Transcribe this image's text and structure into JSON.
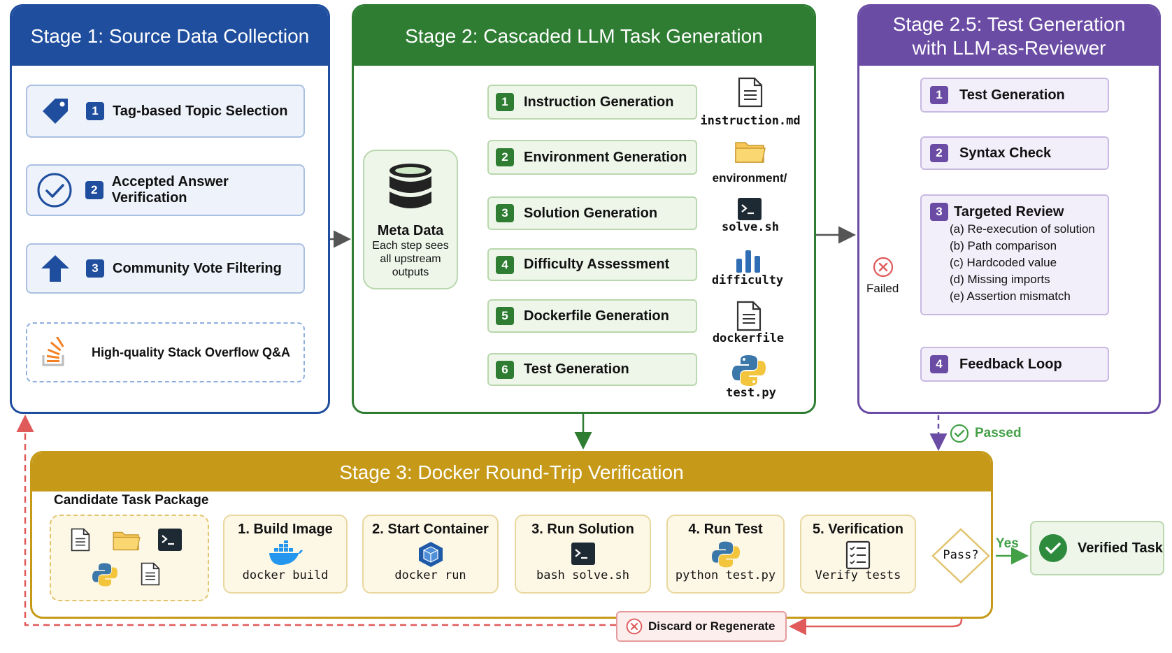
{
  "stage1": {
    "title": "Stage 1: Source Data Collection",
    "steps": [
      {
        "num": "1",
        "label": "Tag-based Topic Selection",
        "icon": "tag-icon"
      },
      {
        "num": "2",
        "label": "Accepted Answer Verification",
        "icon": "check-circle-icon"
      },
      {
        "num": "3",
        "label": "Community Vote Filtering",
        "icon": "up-arrow-icon"
      }
    ],
    "output": {
      "label": "High-quality Stack Overflow Q&A",
      "icon": "stack-overflow-icon"
    }
  },
  "stage2": {
    "title": "Stage 2: Cascaded LLM Task Generation",
    "meta": {
      "title": "Meta Data",
      "desc_lines": [
        "Each step sees",
        "all upstream",
        "outputs"
      ]
    },
    "steps": [
      {
        "num": "1",
        "label": "Instruction Generation",
        "artifact": "instruction.md",
        "icon": "document-icon"
      },
      {
        "num": "2",
        "label": "Environment Generation",
        "artifact": "environment/",
        "icon": "folder-icon"
      },
      {
        "num": "3",
        "label": "Solution Generation",
        "artifact": "solve.sh",
        "icon": "terminal-icon"
      },
      {
        "num": "4",
        "label": "Difficulty Assessment",
        "artifact": "difficulty",
        "icon": "bar-chart-icon"
      },
      {
        "num": "5",
        "label": "Dockerfile Generation",
        "artifact": "dockerfile",
        "icon": "document-icon"
      },
      {
        "num": "6",
        "label": "Test Generation",
        "artifact": "test.py",
        "icon": "python-icon"
      }
    ]
  },
  "stage25": {
    "title_line1": "Stage 2.5: Test Generation",
    "title_line2": "with LLM-as-Reviewer",
    "steps": [
      {
        "num": "1",
        "label": "Test Generation"
      },
      {
        "num": "2",
        "label": "Syntax Check"
      },
      {
        "num": "3",
        "label": "Targeted Review"
      },
      {
        "num": "4",
        "label": "Feedback Loop"
      }
    ],
    "review_items": [
      "(a) Re-execution of solution",
      "(b) Path comparison",
      "(c) Hardcoded value",
      "(d) Missing imports",
      "(e) Assertion mismatch"
    ],
    "failed_label": "Failed",
    "passed_label": "Passed"
  },
  "stage3": {
    "title": "Stage 3: Docker Round-Trip Verification",
    "package_label": "Candidate Task Package",
    "steps": [
      {
        "label": "1. Build Image",
        "cmd": "docker build",
        "icon": "docker-icon"
      },
      {
        "label": "2. Start Container",
        "cmd": "docker run",
        "icon": "container-icon"
      },
      {
        "label": "3. Run Solution",
        "cmd": "bash solve.sh",
        "icon": "terminal-icon"
      },
      {
        "label": "4. Run Test",
        "cmd": "python test.py",
        "icon": "python-icon"
      },
      {
        "label": "5. Verification",
        "cmd": "Verify tests",
        "icon": "checklist-icon"
      }
    ],
    "decision": "Pass?",
    "yes_label": "Yes",
    "verified_label": "Verified Task",
    "discard_label": "Discard or Regenerate"
  },
  "colors": {
    "stage1": "#1f4e9e",
    "stage2": "#2e7d32",
    "stage25": "#6b4ca5",
    "stage3": "#c69a18",
    "fail": "#e05a5a",
    "pass": "#43a047"
  }
}
